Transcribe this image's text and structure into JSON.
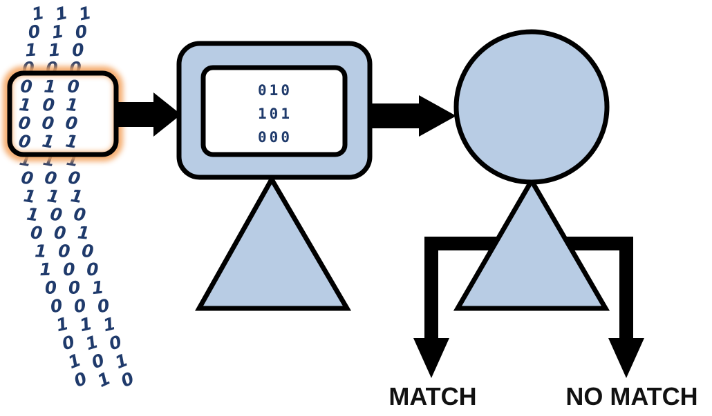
{
  "bitstream": {
    "columns": [
      [
        "1",
        "0",
        "1",
        "0",
        "0",
        "1",
        "0",
        "0",
        "1",
        "0",
        "1",
        "1",
        "0",
        "1",
        "1",
        "0",
        "0",
        "1",
        "0",
        "1",
        "0"
      ],
      [
        "1",
        "1",
        "1",
        "0",
        "1",
        "0",
        "0",
        "1",
        "1",
        "0",
        "1",
        "0",
        "0",
        "0",
        "0",
        "0",
        "0",
        "1",
        "1",
        "0",
        "1"
      ],
      [
        "1",
        "0",
        "0",
        "0",
        "0",
        "1",
        "0",
        "1",
        "1",
        "0",
        "1",
        "0",
        "1",
        "0",
        "0",
        "1",
        "0",
        "1",
        "0",
        "1",
        "0"
      ]
    ]
  },
  "processor": {
    "matrix_rows": [
      "010",
      "101",
      "000"
    ]
  },
  "outcomes": {
    "match_label": "MATCH",
    "no_match_label": "NO MATCH"
  },
  "colors": {
    "shape_fill": "#b8cce4",
    "outline": "#000000",
    "bit_text": "#1f3a6b",
    "highlight_glow": "#f4a460"
  }
}
